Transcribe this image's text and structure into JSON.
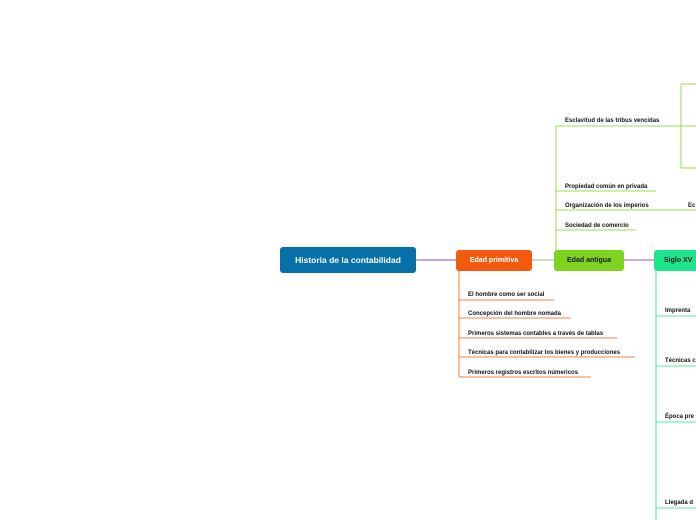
{
  "colors": {
    "root": "#0770a8",
    "primitiva": "#f25a0f",
    "antigua": "#7ed321",
    "xv": "#1de58a",
    "connector_root": "#7b52c4"
  },
  "root": {
    "label": "Historia de la contabilidad"
  },
  "primitiva": {
    "label": "Edad primitiva",
    "items": [
      "El hombre como ser social",
      "Concepción del hombre nomada",
      "Primeros sistemas contables a través de tablas",
      "Técnicas para contabilizar los bienes y producciones",
      "Primeros registros escritos númericos"
    ]
  },
  "antigua": {
    "label": "Edad antigua",
    "items": [
      "Esclavitud de las tribus vencidas",
      "Propiedad común en privada",
      "Organización de los imperios",
      "Sociedad de comercio"
    ],
    "sub_fragment": "Ec"
  },
  "xv": {
    "label": "Siglo XV",
    "items": [
      "Imprenta",
      "Técnicas c",
      "Época pre",
      "Llegada d"
    ]
  }
}
